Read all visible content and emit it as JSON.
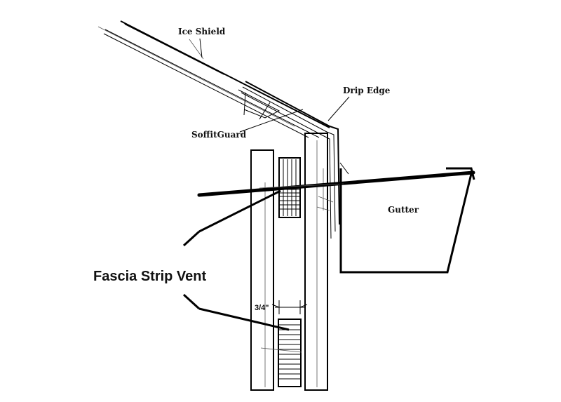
{
  "labels": {
    "ice_shield": "Ice Shield",
    "drip_edge": "Drip Edge",
    "soffit_guard": "SoffitGuard",
    "gutter": "Gutter",
    "fascia_strip_vent": "Fascia Strip Vent",
    "gap_dimension": "3/4\""
  }
}
